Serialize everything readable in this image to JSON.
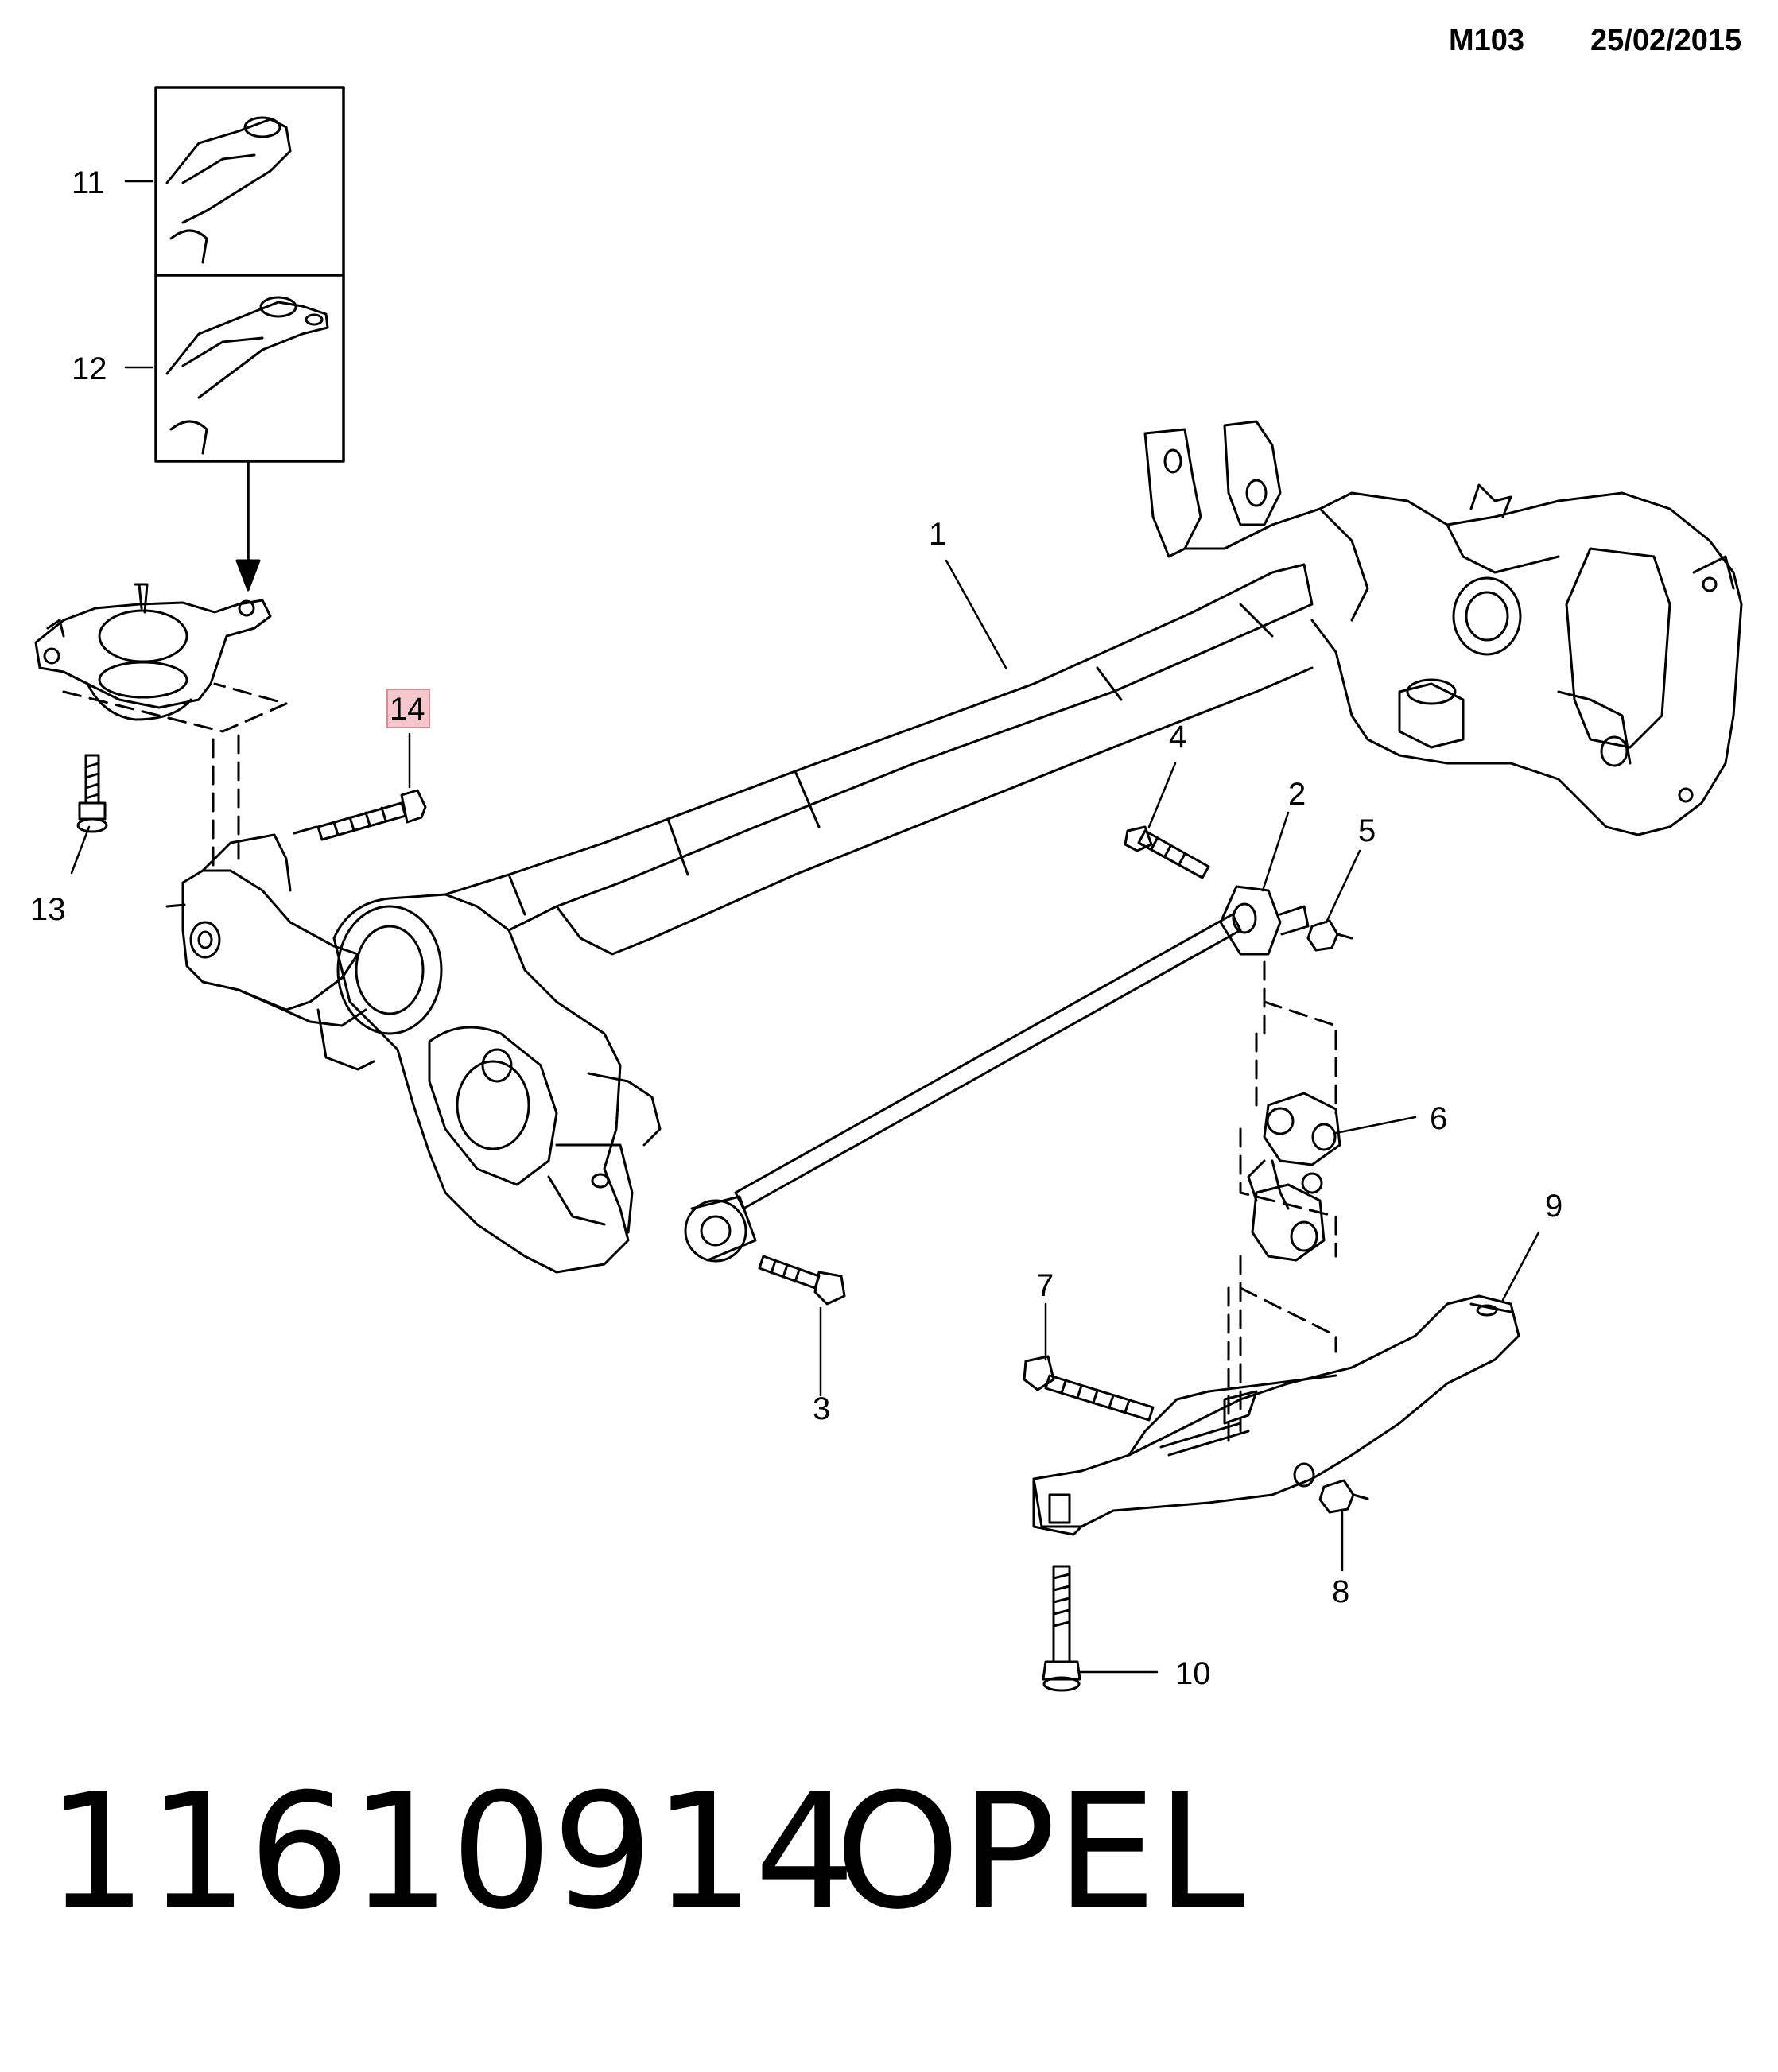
{
  "header": {
    "code": "M103",
    "date": "25/02/2015"
  },
  "callouts": {
    "c1": "1",
    "c2": "2",
    "c3": "3",
    "c4": "4",
    "c5": "5",
    "c6": "6",
    "c7": "7",
    "c8": "8",
    "c9": "9",
    "c10": "10",
    "c11": "11",
    "c12": "12",
    "c13": "13",
    "c14": "14"
  },
  "highlight_color": "#f3c7cc",
  "footer": {
    "part_number": "11610914",
    "brand": "OPEL"
  }
}
